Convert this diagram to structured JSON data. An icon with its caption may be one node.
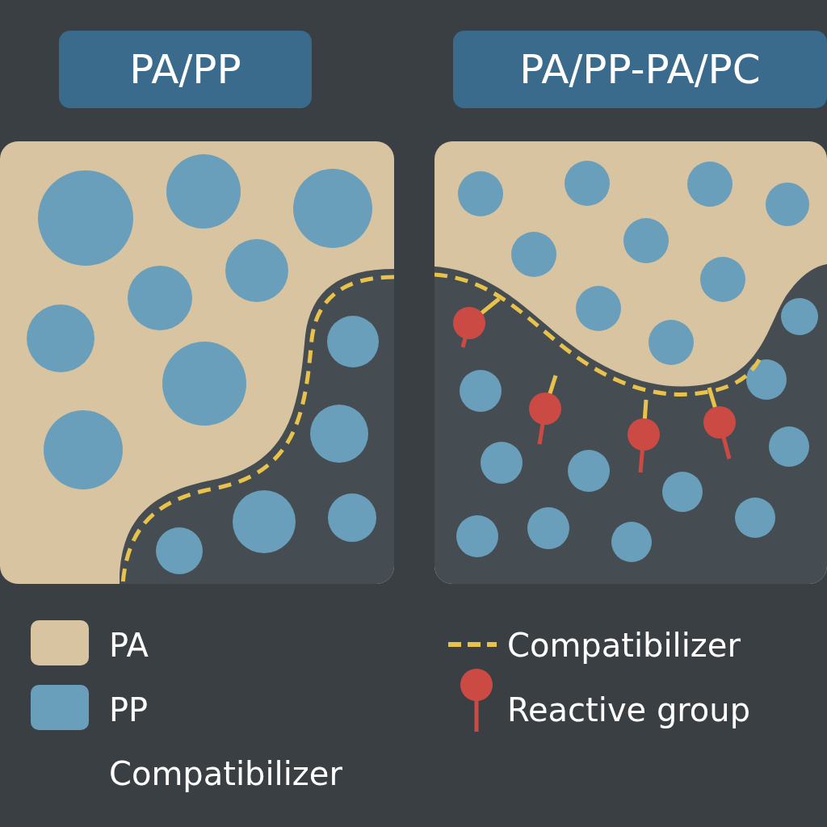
{
  "diagram": {
    "nodes": [
      {
        "text": [
          "PA/PP"
        ]
      },
      {
        "text": [
          "PA/PP-PA/PC"
        ]
      }
    ],
    "legend": [
      {
        "text": "PA",
        "color": "#d8c4a0"
      },
      {
        "text": "PP",
        "color": "#6a9fbb"
      },
      {
        "text": "Compatibilizer"
      },
      {
        "text": "Compatibilizer"
      },
      {
        "text": "Reactive group"
      }
    ]
  }
}
